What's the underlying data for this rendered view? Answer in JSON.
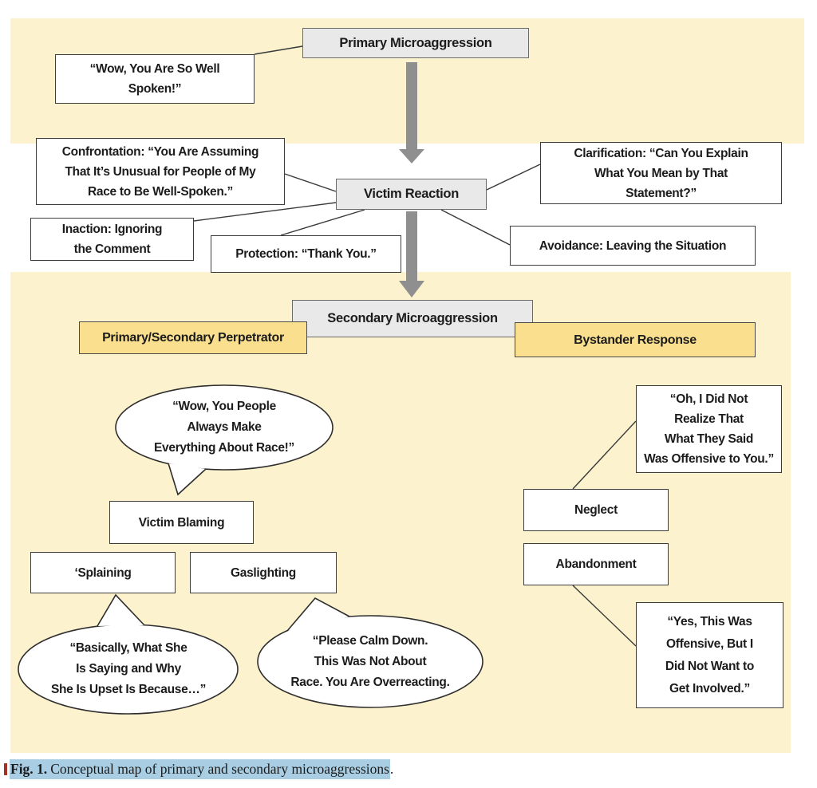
{
  "diagram": {
    "primary": {
      "label": "Primary Microaggression",
      "quote": "“Wow, You Are So Well\nSpoken!”"
    },
    "reaction": {
      "label": "Victim Reaction",
      "confrontation": "Confrontation: “You Are Assuming\nThat It’s Unusual for People of My\nRace to Be Well-Spoken.”",
      "clarification": "Clarification: “Can You Explain\nWhat You Mean by That\nStatement?”",
      "inaction": "Inaction: Ignoring\nthe Comment",
      "protection": "Protection: “Thank You.”",
      "avoidance": "Avoidance: Leaving the Situation"
    },
    "secondary": {
      "label": "Secondary Microaggression",
      "perpetrator": {
        "label": "Primary/Secondary Perpetrator",
        "bubble": "“Wow, You People\nAlways Make\nEverything About Race!”",
        "victim_blaming": "Victim Blaming",
        "splaining": "‘Splaining",
        "gaslighting": "Gaslighting",
        "splaining_bubble": "“Basically, What She\nIs Saying and Why\nShe Is Upset Is Because…”",
        "gaslighting_bubble": "“Please Calm Down.\nThis Was Not About\nRace. You Are Overreacting."
      },
      "bystander": {
        "label": "Bystander Response",
        "neglect": "Neglect",
        "abandonment": "Abandonment",
        "neglect_quote": "“Oh, I Did Not\nRealize That\nWhat They Said\nWas Offensive to You.”",
        "abandonment_quote": "“Yes, This Was\nOffensive, But I\nDid Not Want to\nGet Involved.”"
      }
    }
  },
  "caption": {
    "label": "Fig. 1.",
    "text": "Conceptual map of primary and secondary microaggressions",
    "suffix": "."
  },
  "colors": {
    "band_cream": "#FCF2CE",
    "gray_box": "#E9E9E9",
    "yellow_box": "#FAE08E",
    "arrow_gray": "#8F8F8F",
    "caption_highlight": "#A9CEE3",
    "caption_marker_red": "#A63226"
  }
}
